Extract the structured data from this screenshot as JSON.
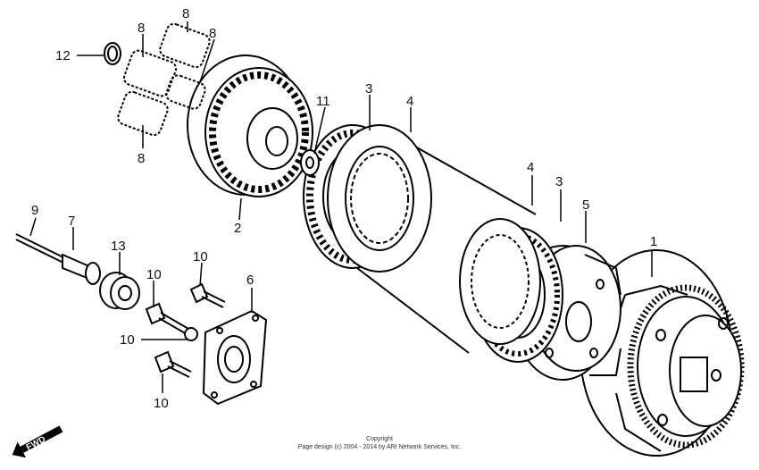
{
  "callouts": {
    "c1": "1",
    "c2": "2",
    "c3a": "3",
    "c3b": "3",
    "c4a": "4",
    "c4b": "4",
    "c5": "5",
    "c6": "6",
    "c7": "7",
    "c8a": "8",
    "c8b": "8",
    "c8c": "8",
    "c8d": "8",
    "c9": "9",
    "c10a": "10",
    "c10b": "10",
    "c10c": "10",
    "c10d": "10",
    "c11": "11",
    "c12": "12",
    "c13": "13"
  },
  "fwd_label": "FWD",
  "copyright": {
    "line1": "Copyright",
    "line2": "Page design (c) 2004 - 2014 by ARI Network Services, Inc."
  }
}
